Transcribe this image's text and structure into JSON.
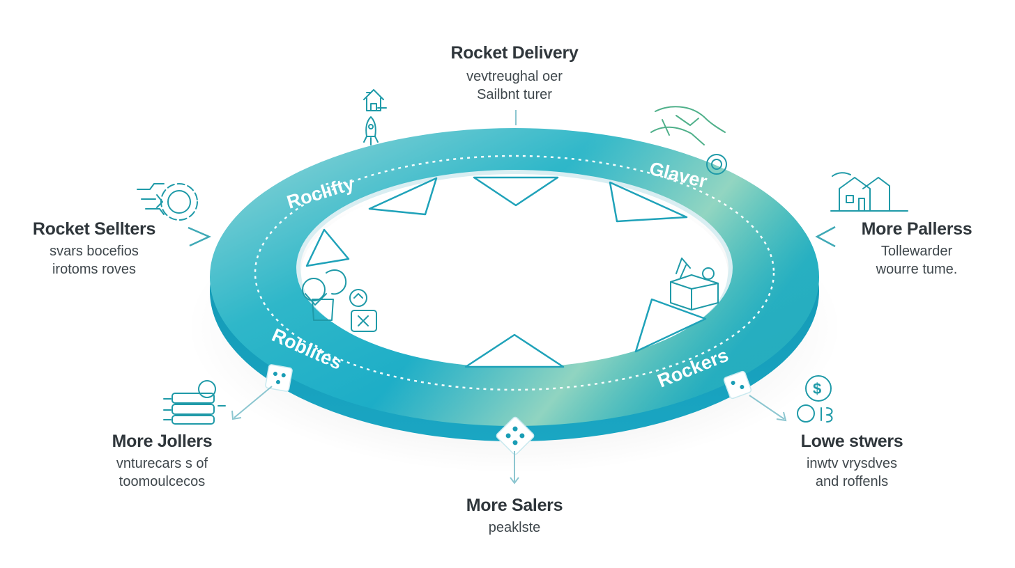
{
  "nodes": {
    "top": {
      "title": "Rocket Delivery",
      "lines": [
        "vevtreughal oer",
        "Sailbnt turer"
      ]
    },
    "left": {
      "title": "Rocket Sellters",
      "lines": [
        "svars bocefios",
        "irotoms roves"
      ]
    },
    "right": {
      "title": "More Pallerss",
      "lines": [
        "Tollewarder",
        "wourre tume."
      ]
    },
    "bottom_left": {
      "title": "More Jollers",
      "lines": [
        "vnturecars s of",
        "toomoulcecos"
      ]
    },
    "bottom": {
      "title": "More Salers",
      "lines": [
        "peaklste"
      ]
    },
    "bottom_right": {
      "title": "Lowe stwers",
      "lines": [
        "inwtv vrysdves",
        "and roffenls"
      ]
    }
  },
  "ring_labels": {
    "top_left": "Roclifty",
    "top_right": "Glaver",
    "bottom_left": "Roblites",
    "bottom_right": "Rockers"
  },
  "colors": {
    "ring_teal": "#15a9c6",
    "ring_light": "#9ad8d8",
    "ring_green": "#8fd3b5",
    "ring_edge": "#0f8fab",
    "icon_teal": "#1f9aa8",
    "icon_green": "#4fb08a"
  },
  "icons": [
    "house-icon",
    "rocket-icon",
    "gear-icon",
    "bicycle-icon",
    "home-icon",
    "people-icon",
    "box-icon",
    "money-icon",
    "dollar-icon"
  ]
}
